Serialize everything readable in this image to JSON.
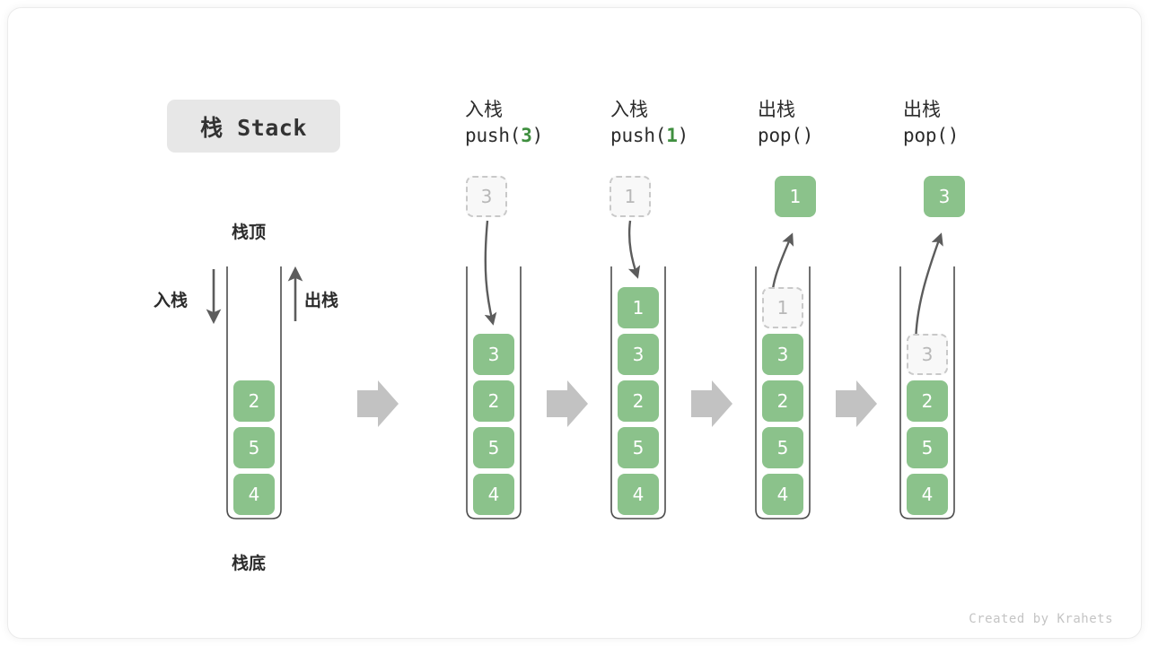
{
  "title_chip": {
    "label": "栈 Stack"
  },
  "labels": {
    "top": "栈顶",
    "bottom": "栈底",
    "push": "入栈",
    "pop": "出栈"
  },
  "footer": {
    "text": "Created by Krahets"
  },
  "colors": {
    "element_fill": "#8bc28b",
    "element_text": "#ffffff",
    "ghost_fill": "#f8f8f8",
    "ghost_border": "#c9c9c9",
    "ghost_text": "#b8b8b8",
    "accent_code_number": "#3f8f3f",
    "frame_stroke": "#4d4d4d",
    "flow_arrow": "#c2c2c2",
    "chip_bg": "#e7e7e7"
  },
  "columns": [
    {
      "id": "initial",
      "head_cn": "",
      "head_code": "",
      "stack": [
        "2",
        "5",
        "4"
      ]
    },
    {
      "id": "push-3",
      "head_cn": "入栈",
      "head_code_prefix": "push(",
      "head_code_num": "3",
      "head_code_suffix": ")",
      "incoming_box": "3",
      "stack": [
        "3",
        "2",
        "5",
        "4"
      ]
    },
    {
      "id": "push-1",
      "head_cn": "入栈",
      "head_code_prefix": "push(",
      "head_code_num": "1",
      "head_code_suffix": ")",
      "incoming_box": "1",
      "stack": [
        "1",
        "3",
        "2",
        "5",
        "4"
      ]
    },
    {
      "id": "pop-1",
      "head_cn": "出栈",
      "head_code_prefix": "pop(",
      "head_code_num": "",
      "head_code_suffix": ")",
      "outgoing_box": "1",
      "ghost_in_stack": "1",
      "stack": [
        "3",
        "2",
        "5",
        "4"
      ]
    },
    {
      "id": "pop-3",
      "head_cn": "出栈",
      "head_code_prefix": "pop(",
      "head_code_num": "",
      "head_code_suffix": ")",
      "outgoing_box": "3",
      "ghost_in_stack": "3",
      "stack": [
        "2",
        "5",
        "4"
      ]
    }
  ],
  "flow_arrows": 4
}
